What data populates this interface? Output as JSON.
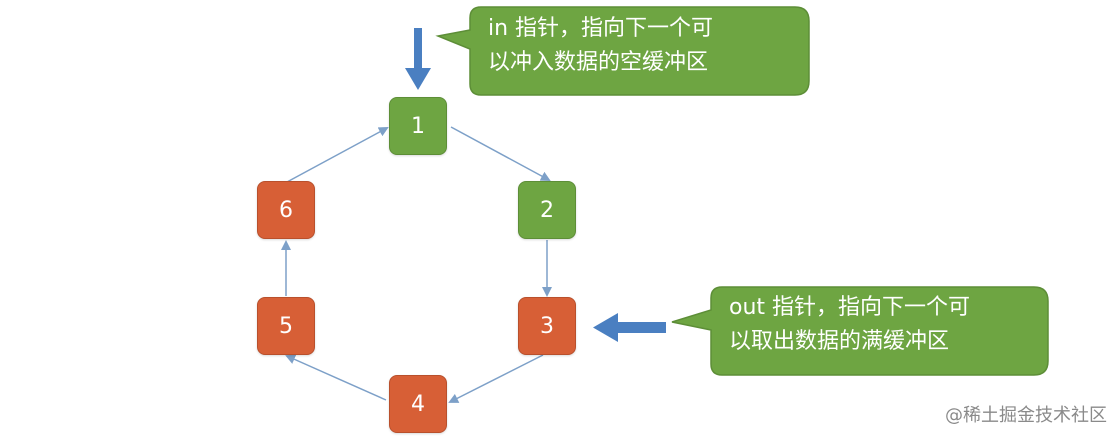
{
  "diagram": {
    "nodes": [
      {
        "id": "1",
        "label": "1",
        "state": "empty"
      },
      {
        "id": "2",
        "label": "2",
        "state": "empty"
      },
      {
        "id": "3",
        "label": "3",
        "state": "full"
      },
      {
        "id": "4",
        "label": "4",
        "state": "full"
      },
      {
        "id": "5",
        "label": "5",
        "state": "full"
      },
      {
        "id": "6",
        "label": "6",
        "state": "full"
      }
    ],
    "edges": [
      {
        "from": "1",
        "to": "2"
      },
      {
        "from": "2",
        "to": "3"
      },
      {
        "from": "3",
        "to": "4"
      },
      {
        "from": "4",
        "to": "5"
      },
      {
        "from": "5",
        "to": "6"
      },
      {
        "from": "6",
        "to": "1"
      }
    ],
    "in_callout": {
      "line1": "in 指针，指向下一个可",
      "line2": "以冲入数据的空缓冲区"
    },
    "out_callout": {
      "line1": "out 指针，指向下一个可",
      "line2": "以取出数据的满缓冲区"
    },
    "colors": {
      "empty": "#6ea542",
      "full": "#d75f36",
      "edge": "#7da0c8",
      "pointer": "#4a7fc1",
      "callout": "#6ea542"
    }
  },
  "watermark": "@稀土掘金技术社区"
}
